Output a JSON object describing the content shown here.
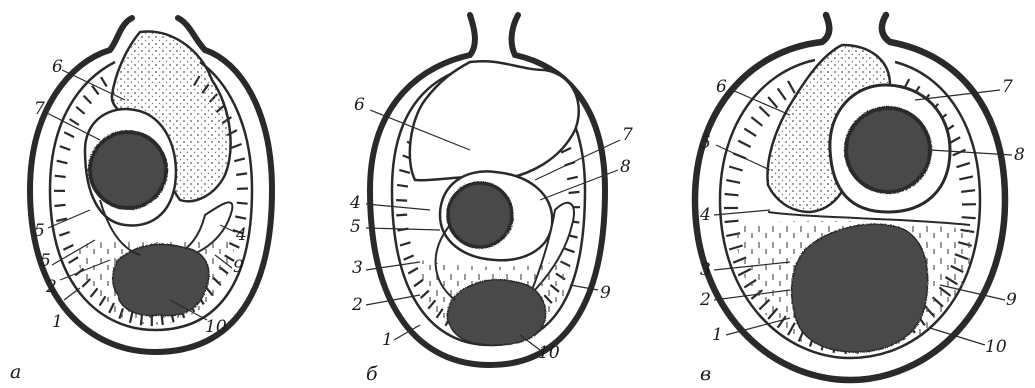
{
  "panels": [
    {
      "letter": "а",
      "labels": [
        "6",
        "7",
        "5",
        "5",
        "2",
        "1",
        "10",
        "9",
        "4"
      ]
    },
    {
      "letter": "б",
      "labels": [
        "6",
        "4",
        "5",
        "3",
        "2",
        "1",
        "10",
        "9",
        "8",
        "7"
      ]
    },
    {
      "letter": "в",
      "labels": [
        "6",
        "5",
        "4",
        "3",
        "2",
        "1",
        "10",
        "9",
        "8",
        "7"
      ]
    }
  ],
  "colors": {
    "ink": "#2a2a2a",
    "dark_mass": "#4a4a4a",
    "stipple": "#8a8a8a",
    "paper": "#ffffff"
  }
}
